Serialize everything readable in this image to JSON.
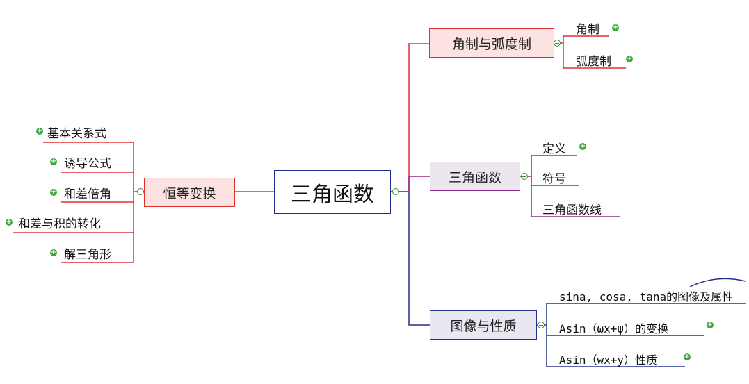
{
  "central": {
    "label": "三角函数"
  },
  "left": {
    "branch": {
      "label": "恒等变换"
    },
    "items": [
      "基本关系式",
      "诱导公式",
      "和差倍角",
      "和差与积的转化",
      "解三角形"
    ]
  },
  "right": {
    "branches": [
      {
        "label": "角制与弧度制",
        "items": [
          "角制",
          "弧度制"
        ]
      },
      {
        "label": "三角函数",
        "items": [
          "定义",
          "符号",
          "三角函数线"
        ]
      },
      {
        "label": "图像与性质",
        "items": [
          "sina, cosa, tana的图像及属性",
          "Asin（ωx+ψ）的变换",
          "Asin（wx+y）性质"
        ]
      }
    ]
  },
  "colors": {
    "red": "#e03030",
    "purple": "#8a2a8a",
    "blue": "#26308a",
    "expand": "#3fa83f"
  }
}
